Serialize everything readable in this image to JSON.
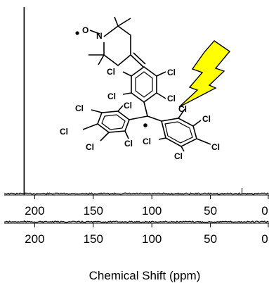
{
  "chart_data": [
    {
      "type": "line",
      "title": "",
      "xlabel": "",
      "ylabel": "",
      "xlim": [
        226,
        0
      ],
      "x_reversed": true,
      "x_ticks": [
        200,
        150,
        100,
        50,
        0
      ],
      "tick_labels": [
        "200",
        "150",
        "100",
        "50",
        "0"
      ],
      "grid": false,
      "peaks": [
        {
          "x": 209,
          "height": 1.0
        },
        {
          "x": 23,
          "height": 0.03
        }
      ]
    },
    {
      "type": "line",
      "title": "",
      "xlabel": "Chemical Shift (ppm)",
      "ylabel": "",
      "xlim": [
        226,
        0
      ],
      "x_reversed": true,
      "x_ticks": [
        200,
        150,
        100,
        50,
        0
      ],
      "tick_labels": [
        "200",
        "150",
        "100",
        "50",
        "0"
      ],
      "grid": false,
      "peaks": [
        {
          "x": 209,
          "height": 0.15
        }
      ]
    }
  ],
  "molecule": {
    "labels": {
      "o": "O",
      "n": "N",
      "cl": "Cl"
    }
  },
  "colors": {
    "lightning": "#ffff00",
    "line": "#000000"
  }
}
